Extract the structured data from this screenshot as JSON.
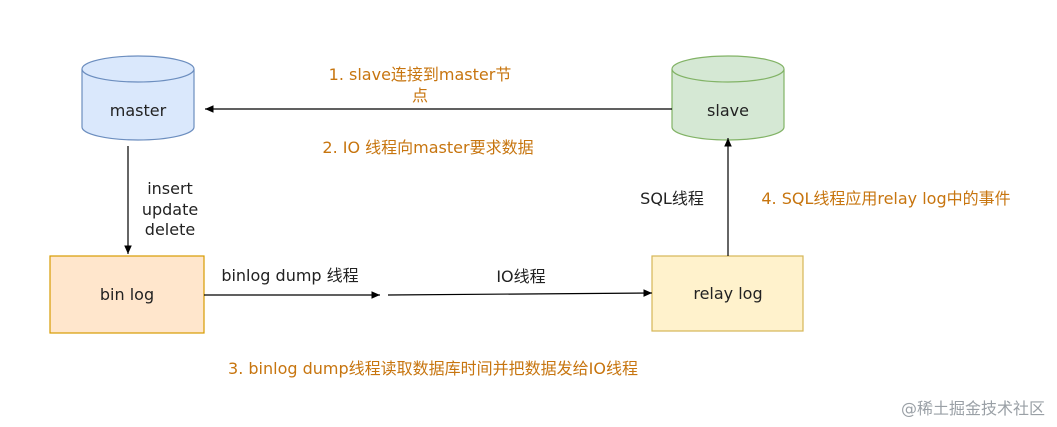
{
  "nodes": {
    "master": "master",
    "slave": "slave",
    "binlog": "bin log",
    "relaylog": "relay log"
  },
  "edge_labels": {
    "ops": [
      "insert",
      "update",
      "delete"
    ],
    "binlog_dump": "binlog dump 线程",
    "io_thread": "IO线程",
    "sql_thread": "SQL线程"
  },
  "notes": {
    "step1_line1": "1. slave连接到master节",
    "step1_line2": "点",
    "step2": "2. IO 线程向master要求数据",
    "step3": "3. binlog dump线程读取数据库时间并把数据发给IO线程",
    "step4": "4. SQL线程应用relay log中的事件"
  },
  "watermark": "@稀土掘金技术社区",
  "colors": {
    "master_fill": "#dae8fc",
    "master_stroke": "#6c8ebf",
    "slave_fill": "#d5e8d4",
    "slave_stroke": "#82b366",
    "binlog_fill": "#ffe6cc",
    "binlog_stroke": "#d79b00",
    "relay_fill": "#fff2cc",
    "relay_stroke": "#d6b656",
    "note": "#c7750f"
  }
}
